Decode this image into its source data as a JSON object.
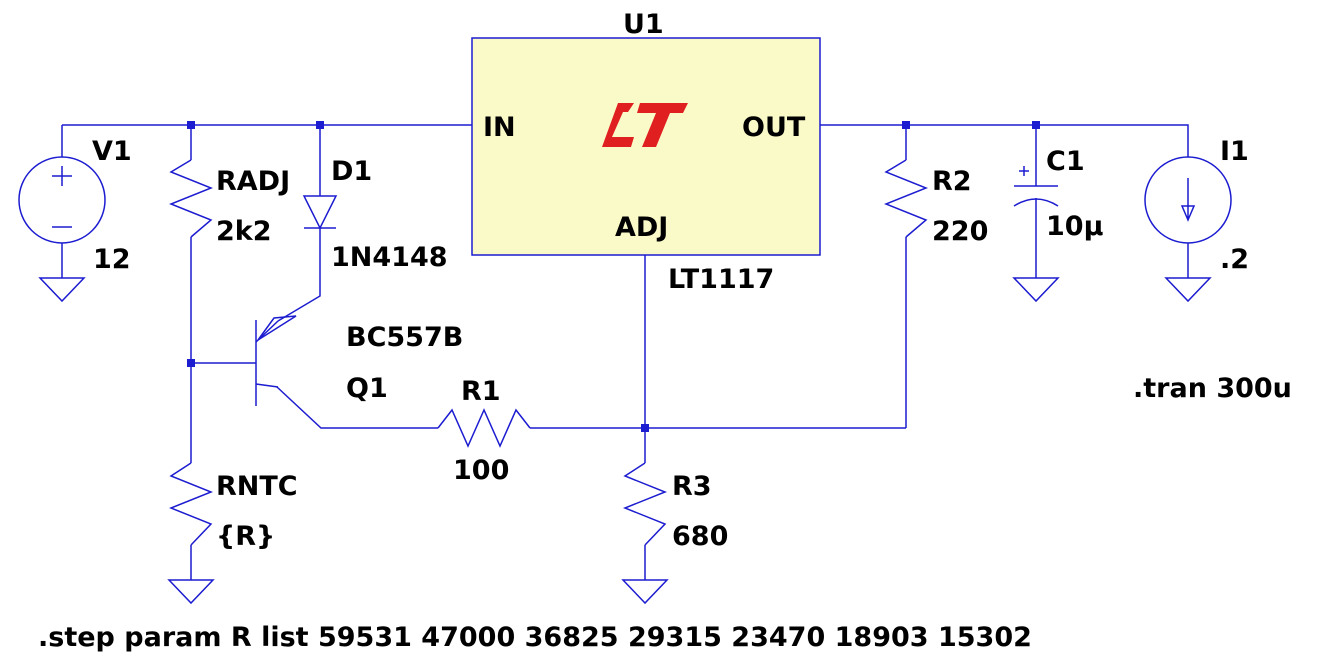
{
  "colors": {
    "wire": "#1c1cd0",
    "ic_fill": "#fafac8",
    "logo": "#e02020",
    "background": "#ffffff"
  },
  "components": {
    "u1": {
      "ref": "U1",
      "part": "LT1117",
      "pin_in": "IN",
      "pin_out": "OUT",
      "pin_adj": "ADJ",
      "logo_icon": "linear-technology-logo-icon"
    },
    "v1": {
      "ref": "V1",
      "value": "12"
    },
    "radj": {
      "ref": "RADJ",
      "value": "2k2"
    },
    "d1": {
      "ref": "D1",
      "part": "1N4148"
    },
    "q1": {
      "ref": "Q1",
      "part": "BC557B"
    },
    "r1": {
      "ref": "R1",
      "value": "100"
    },
    "rntc": {
      "ref": "RNTC",
      "value": "{R}"
    },
    "r2": {
      "ref": "R2",
      "value": "220"
    },
    "r3": {
      "ref": "R3",
      "value": "680"
    },
    "c1": {
      "ref": "C1",
      "value": "10µ"
    },
    "i1": {
      "ref": "I1",
      "value": ".2"
    }
  },
  "directives": {
    "tran": ".tran 300u",
    "step": ".step param R list 59531 47000 36825 29315 23470 18903 15302"
  }
}
